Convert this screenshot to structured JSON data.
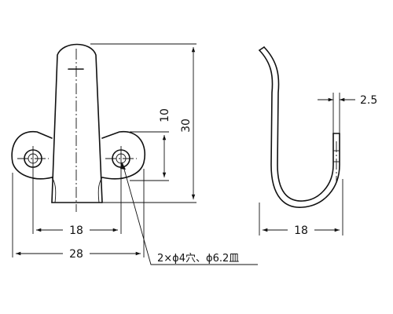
{
  "dimensions": {
    "front_height": "30",
    "hole_height": "10",
    "hole_spacing": "18",
    "base_width": "28",
    "side_width": "18",
    "thickness": "2.5"
  },
  "callout": {
    "text": "2×ϕ4穴、ϕ6.2皿"
  },
  "colors": {
    "line": "#111111",
    "background": "#ffffff"
  }
}
